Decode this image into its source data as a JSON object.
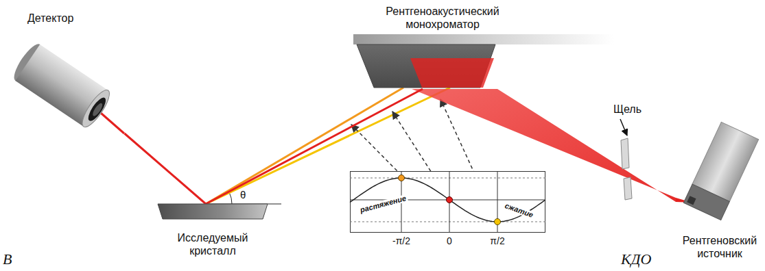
{
  "diagram": {
    "nodes": [
      {
        "text": [
          "Детектор"
        ]
      },
      {
        "text": [
          "Рентгеноакустический монохроматор"
        ]
      },
      {
        "text": [
          "Щель"
        ]
      },
      {
        "text": [
          "Рентгеновский источник"
        ]
      },
      {
        "text": [
          "растяжение",
          "сжатие"
        ]
      },
      {
        "text": [
          "Исследуемый кристалл"
        ]
      }
    ],
    "edges": [
      {
        "from": 3,
        "to": 1,
        "arrow": "none"
      },
      {
        "from": 1,
        "to": 5,
        "arrow": "none"
      },
      {
        "from": 5,
        "to": 0,
        "arrow": "none"
      }
    ],
    "labels": [
      "θ",
      "-π/2",
      "0",
      "π/2",
      "В",
      "КДО"
    ]
  }
}
